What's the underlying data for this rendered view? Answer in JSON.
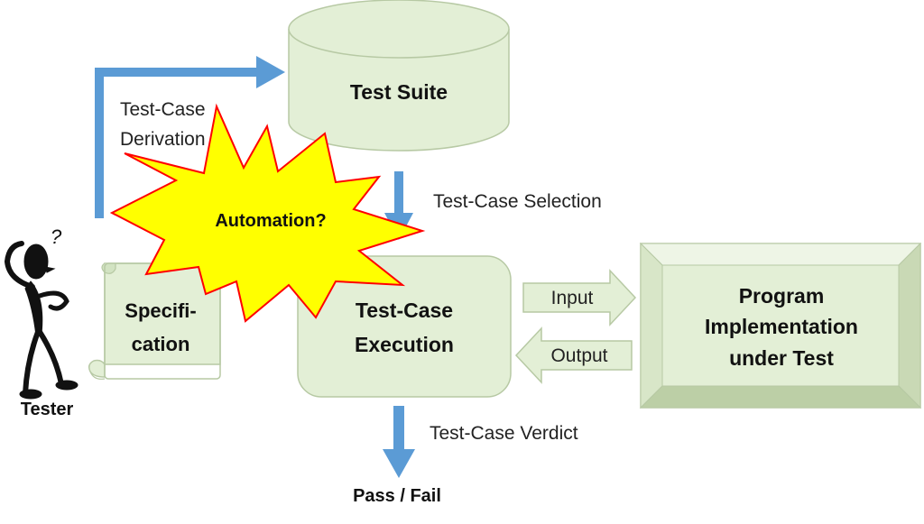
{
  "nodes": {
    "test_suite": "Test Suite",
    "specification": {
      "line1": "Specifi-",
      "line2": "cation"
    },
    "execution": {
      "line1": "Test-Case",
      "line2": "Execution"
    },
    "program": {
      "line1": "Program",
      "line2": "Implementation",
      "line3": "under Test"
    },
    "automation": "Automation?",
    "tester": "Tester",
    "pass_fail": "Pass / Fail"
  },
  "edges": {
    "derivation": {
      "line1": "Test-Case",
      "line2": "Derivation"
    },
    "selection": "Test-Case Selection",
    "input": "Input",
    "output": "Output",
    "verdict": "Test-Case Verdict"
  },
  "colors": {
    "box_fill": "#e3efd6",
    "box_stroke": "#b7c9a4",
    "arrow_blue": "#5b9bd5",
    "starburst_fill": "#ffff00",
    "starburst_stroke": "#ff0000"
  }
}
